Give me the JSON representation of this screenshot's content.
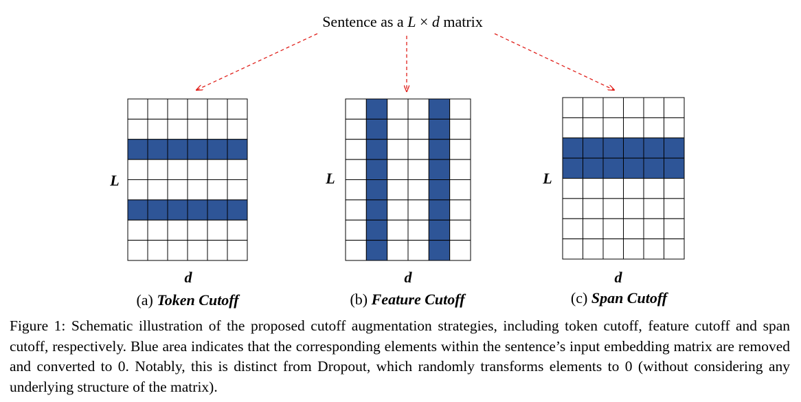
{
  "title": {
    "prefix": "Sentence as a ",
    "L": "L",
    "times": " × ",
    "d": "d",
    "suffix": " matrix"
  },
  "colors": {
    "cutoff_fill": "#2E5597",
    "arrow": "#E0201B",
    "grid_line": "#000000"
  },
  "panels": [
    {
      "id": "token",
      "row_label": "L",
      "col_label": "d",
      "caption_prefix": "(a) ",
      "caption_name": "Token Cutoff",
      "rows": 8,
      "cols": 6,
      "filled_rows": [
        2,
        5
      ],
      "filled_cols": []
    },
    {
      "id": "feature",
      "row_label": "L",
      "col_label": "d",
      "caption_prefix": "(b) ",
      "caption_name": "Feature Cutoff",
      "rows": 8,
      "cols": 6,
      "filled_rows": [],
      "filled_cols": [
        1,
        4
      ]
    },
    {
      "id": "span",
      "row_label": "L",
      "col_label": "d",
      "caption_prefix": "(c) ",
      "caption_name": "Span Cutoff",
      "rows": 8,
      "cols": 6,
      "filled_rows": [
        2,
        3
      ],
      "filled_cols": []
    }
  ],
  "figure_caption": "Figure 1: Schematic illustration of the proposed cutoff augmentation strategies, including token cutoff, feature cutoff and span cutoff, respectively. Blue area indicates that the corresponding elements within the sentence’s input embedding matrix are removed and converted to 0. Notably, this is distinct from Dropout, which randomly transforms elements to 0 (without considering any underlying structure of the matrix)."
}
